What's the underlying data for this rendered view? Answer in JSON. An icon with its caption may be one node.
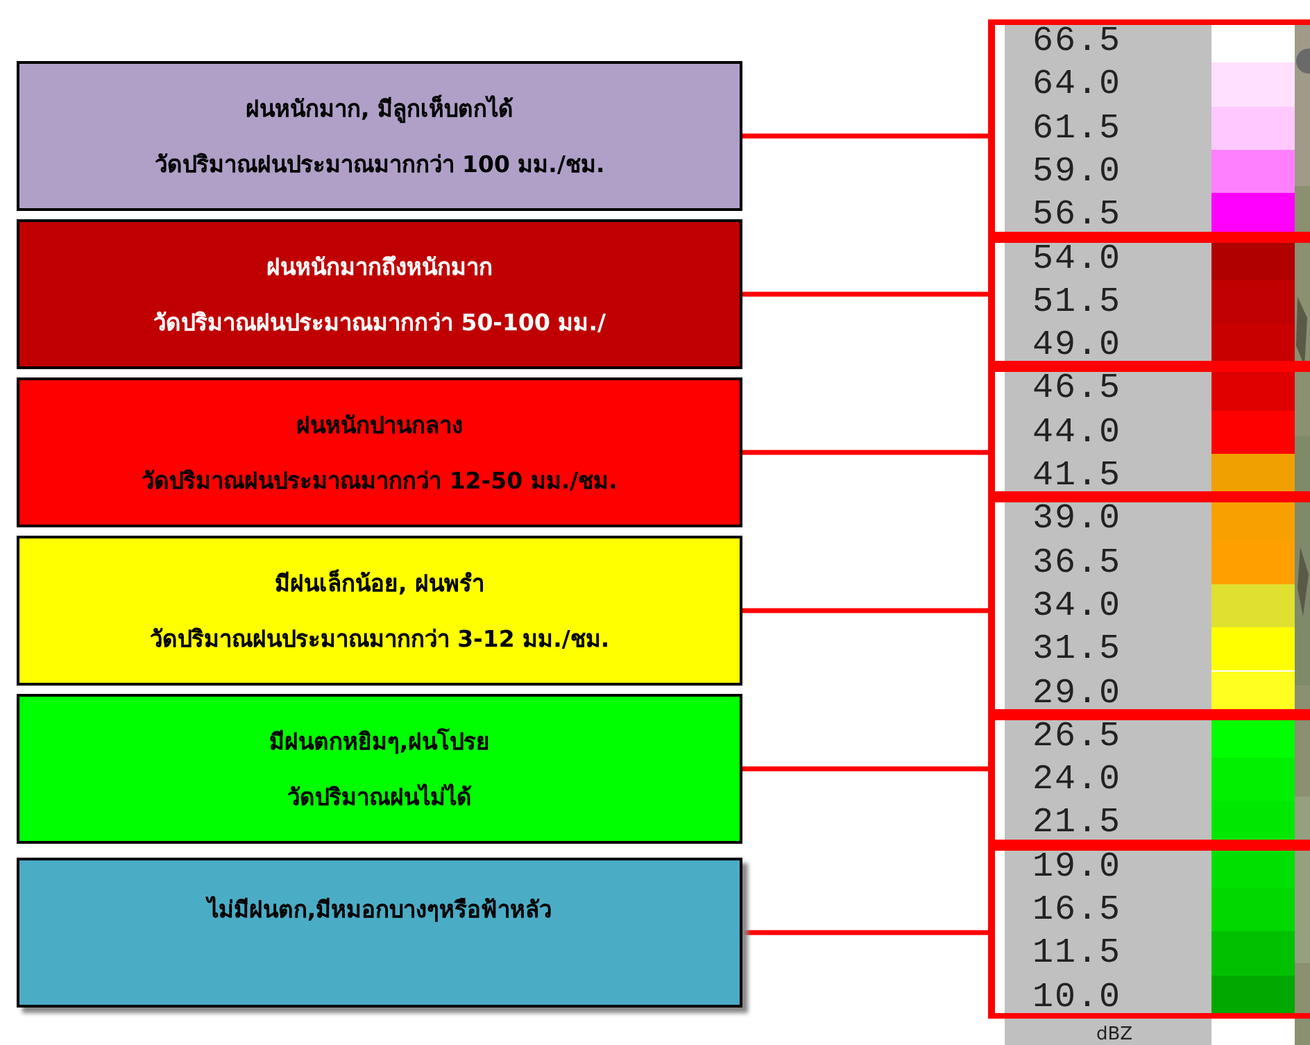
{
  "diagram": {
    "nodes": [
      {
        "text": [
          "ฝนหนักมาก, มีลูกเห็บตกได้",
          "วัดปริมาณฝนประมาณมากกว่า 100 มม./ชม."
        ]
      },
      {
        "text": [
          "ฝนหนักมากถึงหนักมาก",
          "วัดปริมาณฝนประมาณมากกว่า 50-100 มม./"
        ]
      },
      {
        "text": [
          "ฝนหนักปานกลาง",
          "วัดปริมาณฝนประมาณมากกว่า 12-50 มม./ชม."
        ]
      },
      {
        "text": [
          "มีฝนเล็กน้อย, ฝนพรำ",
          "วัดปริมาณฝนประมาณมากกว่า 3-12 มม./ชม."
        ]
      },
      {
        "text": [
          "มีฝนตกหยิมๆ,ฝนโปรย",
          "วัดปริมาณฝนไม่ได้"
        ]
      },
      {
        "text": [
          "ไม่มีฝนตก,มีหมอกบางๆหรือฟ้าหลัว"
        ]
      },
      {
        "text": [],
        "shape": "box"
      },
      {
        "text": [],
        "shape": "box"
      },
      {
        "text": [],
        "shape": "box"
      },
      {
        "text": [],
        "shape": "box"
      },
      {
        "text": [],
        "shape": "box"
      },
      {
        "text": [],
        "shape": "box"
      }
    ],
    "edges": [
      {
        "from": 0,
        "to": 6,
        "arrow": "none"
      },
      {
        "from": 1,
        "to": 7,
        "arrow": "none"
      },
      {
        "from": 2,
        "to": 8,
        "arrow": "none"
      },
      {
        "from": 3,
        "to": 9,
        "arrow": "none"
      },
      {
        "from": 4,
        "to": 10,
        "arrow": "none"
      },
      {
        "from": 5,
        "to": 11,
        "arrow": "none"
      }
    ],
    "labels": [
      "dBZ"
    ],
    "legend": [
      {
        "text": "66.5",
        "color": "#ffffff"
      },
      {
        "text": "64.0",
        "color": "#ffe0ff"
      },
      {
        "text": "61.5",
        "color": "#ffc8ff"
      },
      {
        "text": "59.0",
        "color": "#ff80ff"
      },
      {
        "text": "56.5",
        "color": "#ff00ff"
      },
      {
        "text": "54.0",
        "color": "#b00000"
      },
      {
        "text": "51.5",
        "color": "#c00000"
      },
      {
        "text": "49.0",
        "color": "#c80000"
      },
      {
        "text": "46.5",
        "color": "#e00000"
      },
      {
        "text": "44.0",
        "color": "#ff0000"
      },
      {
        "text": "41.5",
        "color": "#f0a000"
      },
      {
        "text": "39.0",
        "color": "#f8a000"
      },
      {
        "text": "36.5",
        "color": "#ffa000"
      },
      {
        "text": "34.0",
        "color": "#e0e030"
      },
      {
        "text": "31.5",
        "color": "#ffff00"
      },
      {
        "text": "29.0",
        "color": "#ffff20"
      },
      {
        "text": "26.5",
        "color": "#00ff00"
      },
      {
        "text": "24.0",
        "color": "#00f000"
      },
      {
        "text": "21.5",
        "color": "#00e800"
      },
      {
        "text": "19.0",
        "color": "#00e000"
      },
      {
        "text": "16.5",
        "color": "#00d800"
      },
      {
        "text": "11.5",
        "color": "#00c000"
      },
      {
        "text": "10.0",
        "color": "#00a800"
      }
    ]
  }
}
